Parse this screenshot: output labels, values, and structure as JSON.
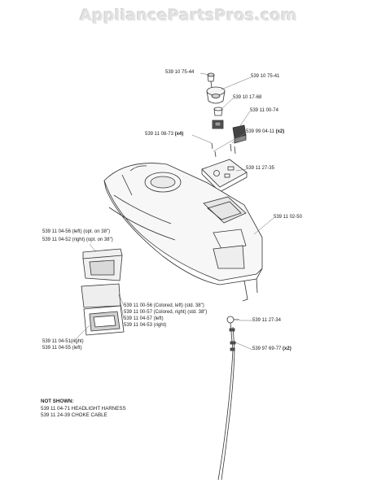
{
  "watermark": "AppliancePartsPros.com",
  "parts": {
    "p_539107544": "539 10 75-44",
    "p_539107541": "539 10 75-41",
    "p_539101768": "539 10 17-68",
    "p_539110074": "539 11 00-74",
    "p_539110873": "539 11 08-73",
    "p_539110873_qty": "(x4)",
    "p_539990411": "539 99 04-11",
    "p_539990411_qty": "(x2)",
    "p_539112735": "539 11 27-35",
    "p_539110250": "539 11 02-50",
    "p_539110456": "539 11 04-56 (left) (opt. on 38\")",
    "p_539110452": "539 11 04-52 (right) (opt. on 38\")",
    "p_539110056": "539 11 00-56 (Colored, left) (std. 38\")",
    "p_539110057": "539 11 00-57 (Colored, right) (std. 38\")",
    "p_539110457": "539 11 04-57 (left)",
    "p_539110453": "539 11 04-53 (right)",
    "p_539112734": "539 11 27-34",
    "p_539110451": "539 11 04-51(right)",
    "p_539110455": "539 11 04-55 (left)",
    "p_539976977": "539 97 69-77",
    "p_539976977_qty": "(x2)"
  },
  "not_shown": {
    "heading": "NOT SHOWN:",
    "items": [
      "539 11 04-71  HEADLIGHT HARNESS",
      "539 11 24-39  CHOKE CABLE"
    ]
  }
}
